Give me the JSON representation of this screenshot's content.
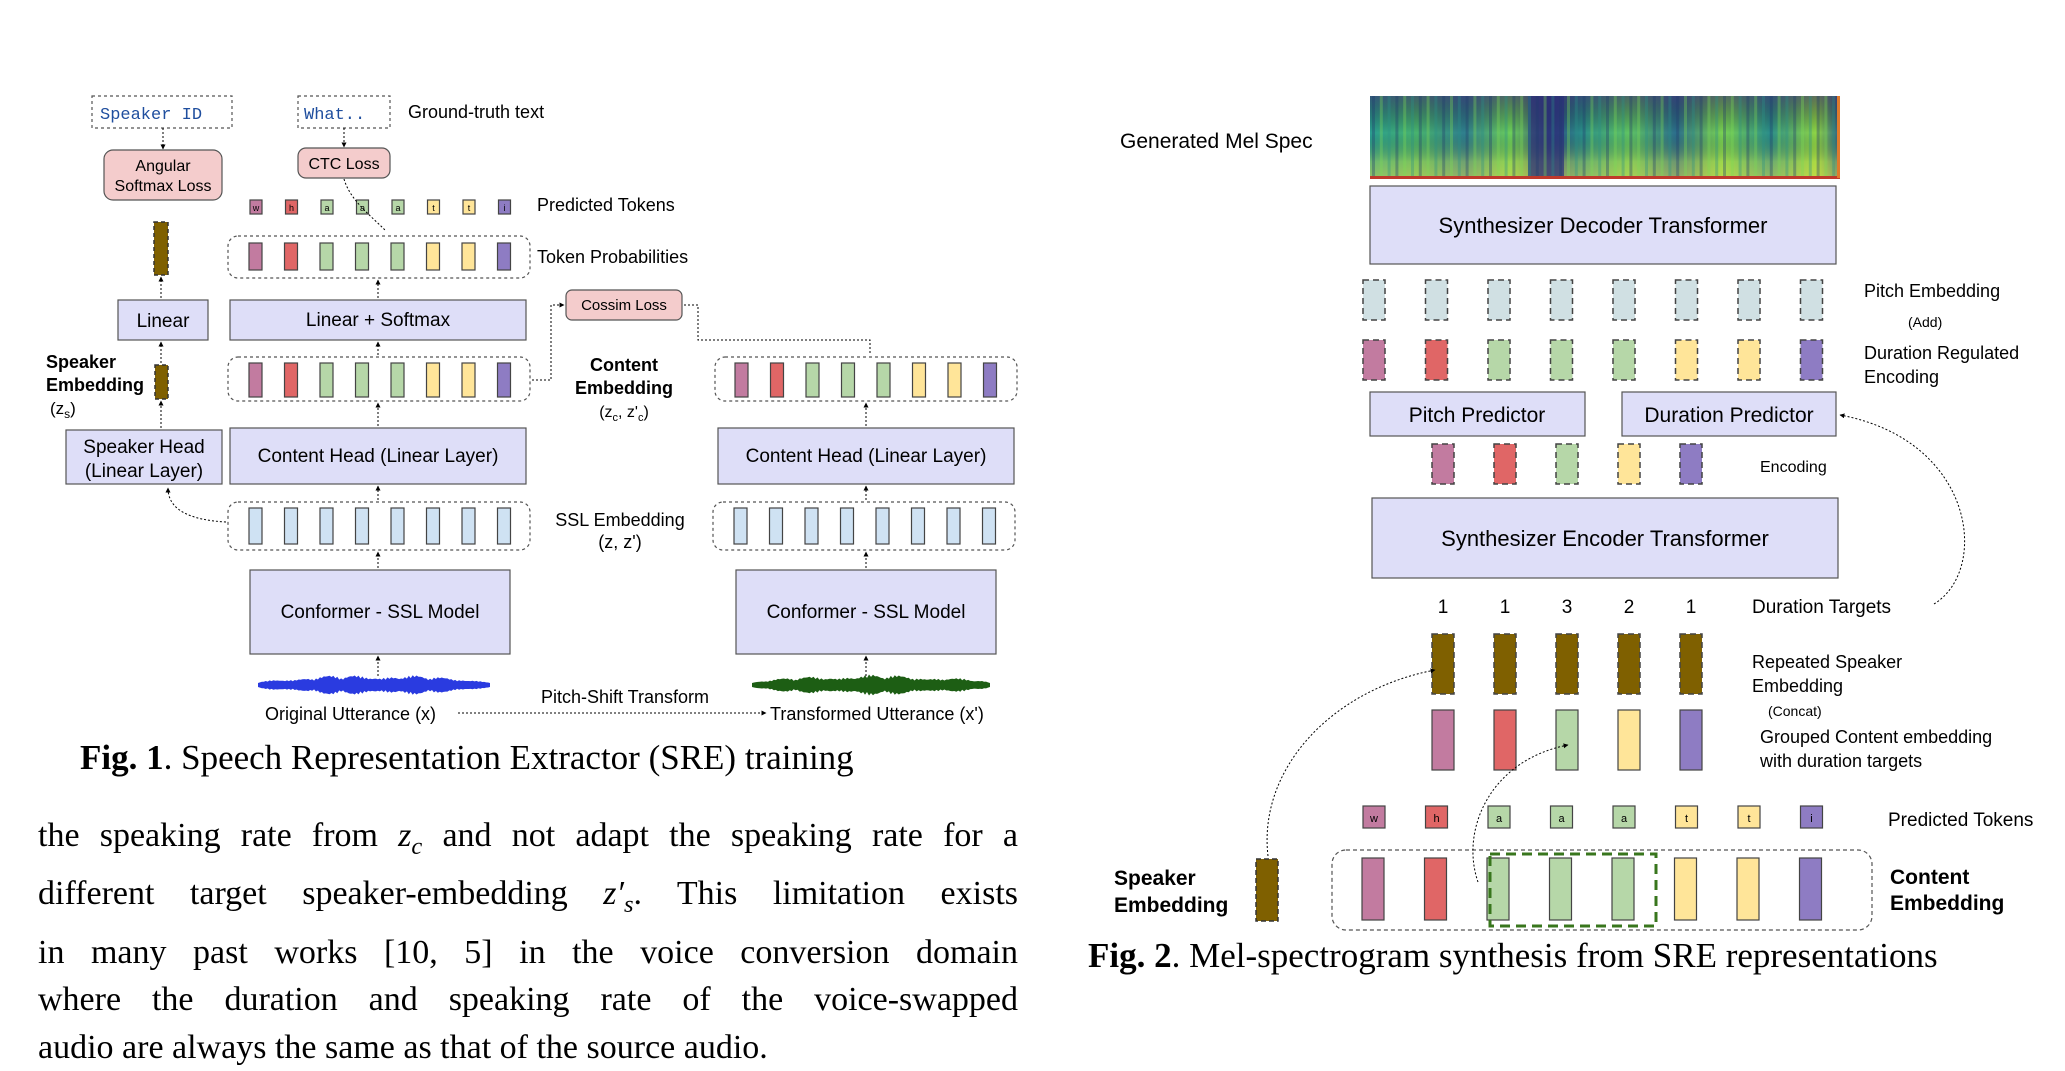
{
  "fig1": {
    "speaker_id": "Speaker ID",
    "what": "What..",
    "ground_truth": "Ground-truth text",
    "angular_loss_l1": "Angular",
    "angular_loss_l2": "Softmax Loss",
    "ctc_loss": "CTC Loss",
    "predicted_tokens": "Predicted Tokens",
    "token_probabilities": "Token Probabilities",
    "linear": "Linear",
    "linear_softmax": "Linear + Softmax",
    "cossim_loss": "Cossim Loss",
    "speaker_embedding_l1": "Speaker",
    "speaker_embedding_l2": "Embedding",
    "speaker_embedding_sym": "(z",
    "speaker_embedding_sub": "s",
    "content_embedding_l1": "Content",
    "content_embedding_l2": "Embedding",
    "content_embedding_sym": "(zᴄ, z'ᴄ)",
    "speaker_head_l1": "Speaker Head",
    "speaker_head_l2": "(Linear Layer)",
    "content_head": "Content Head (Linear Layer)",
    "ssl_embedding_l1": "SSL Embedding",
    "ssl_embedding_l2": "(z, z')",
    "conformer": "Conformer - SSL Model",
    "pitch_shift": "Pitch-Shift Transform",
    "original_utt": "Original Utterance (x)",
    "transformed_utt": "Transformed Utterance (x')",
    "tokens": [
      "w",
      "h",
      "a",
      "a",
      "a",
      "t",
      "t",
      "i"
    ]
  },
  "fig2": {
    "generated_mel": "Generated Mel Spec",
    "decoder": "Synthesizer Decoder Transformer",
    "pitch_embedding": "Pitch Embedding",
    "add": "(Add)",
    "duration_regulated_l1": "Duration Regulated",
    "duration_regulated_l2": "Encoding",
    "pitch_predictor": "Pitch Predictor",
    "duration_predictor": "Duration Predictor",
    "encoding": "Encoding",
    "encoder": "Synthesizer Encoder Transformer",
    "duration_targets_label": "Duration Targets",
    "duration_targets": [
      "1",
      "1",
      "3",
      "2",
      "1"
    ],
    "repeated_speaker_l1": "Repeated Speaker",
    "repeated_speaker_l2": "Embedding",
    "concat": "(Concat)",
    "grouped_l1": "Grouped Content embedding",
    "grouped_l2": "with duration targets",
    "predicted_tokens": "Predicted Tokens",
    "speaker_embedding_l1": "Speaker",
    "speaker_embedding_l2": "Embedding",
    "content_embedding_l1": "Content",
    "content_embedding_l2": "Embedding",
    "tokens": [
      "w",
      "h",
      "a",
      "a",
      "a",
      "t",
      "t",
      "i"
    ]
  },
  "captions": {
    "fig1_label": "Fig. 1",
    "fig1_text": ". Speech Representation Extractor (SRE) training",
    "fig2_label": "Fig. 2",
    "fig2_text": ". Mel-spectrogram synthesis from SRE representations"
  },
  "body_text": {
    "line1_a": "the speaking rate from ",
    "line1_b": " and not adapt the speaking rate for a",
    "line2_a": "different target speaker-embedding ",
    "line2_b": ". This limitation exists",
    "line3": "in many past works [10, 5] in the voice conversion domain",
    "line4": "where the duration and speaking rate of the voice-swapped",
    "line5": "audio are always the same as that of the source audio.",
    "math_zc": "z",
    "math_zc_sub": "c",
    "math_zs": "z′",
    "math_zs_sub": "s"
  },
  "colors": {
    "box_fill": "#dedef8",
    "loss_fill": "#f4cccc",
    "speaker_brown": "#7f6000",
    "pink": "#c27ba0",
    "red": "#e06666",
    "green": "#b6d7a8",
    "yellow": "#ffe599",
    "purple": "#8e7cc3",
    "ssl_blue": "#cfe2f3",
    "pitch_gray": "#d0e0e3",
    "waveform_blue": "#2a3be0",
    "waveform_green": "#1d5e14"
  }
}
